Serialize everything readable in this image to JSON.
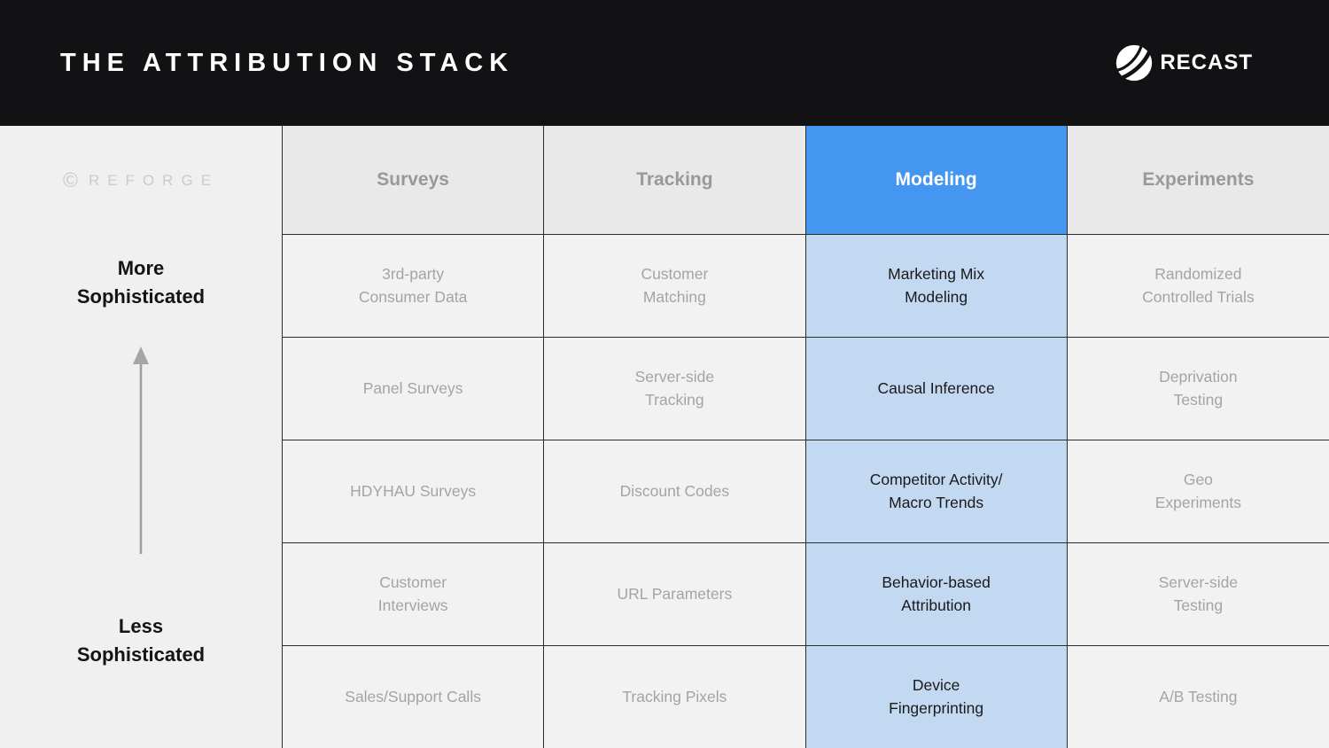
{
  "header": {
    "title": "THE ATTRIBUTION STACK",
    "brand": "RECAST"
  },
  "sidebar": {
    "copyright": "©",
    "watermark": "REFORGE",
    "more_label": "More\nSophisticated",
    "less_label": "Less\nSophisticated"
  },
  "table": {
    "columns": [
      {
        "label": "Surveys",
        "highlighted": false
      },
      {
        "label": "Tracking",
        "highlighted": false
      },
      {
        "label": "Modeling",
        "highlighted": true
      },
      {
        "label": "Experiments",
        "highlighted": false
      }
    ],
    "rows": [
      {
        "cells": [
          "3rd-party\nConsumer Data",
          "Customer\nMatching",
          "Marketing Mix\nModeling",
          "Randomized\nControlled Trials"
        ]
      },
      {
        "cells": [
          "Panel Surveys",
          "Server-side\nTracking",
          "Causal Inference",
          "Deprivation\nTesting"
        ]
      },
      {
        "cells": [
          "HDYHAU Surveys",
          "Discount Codes",
          "Competitor Activity/\nMacro Trends",
          "Geo\nExperiments"
        ]
      },
      {
        "cells": [
          "Customer\nInterviews",
          "URL Parameters",
          "Behavior-based\nAttribution",
          "Server-side\nTesting"
        ]
      },
      {
        "cells": [
          "Sales/Support Calls",
          "Tracking Pixels",
          "Device\nFingerprinting",
          "A/B Testing"
        ]
      }
    ]
  },
  "colors": {
    "top_bar_black": "#121214",
    "accent_blue": "#4496F0",
    "highlight_cell_blue": "#C3D9F2",
    "header_cell_gray": "#E9E9E9",
    "body_cell_gray": "#F2F2F2",
    "muted_text_gray": "#9E9E9E",
    "border_dark": "#2C2C2C"
  }
}
